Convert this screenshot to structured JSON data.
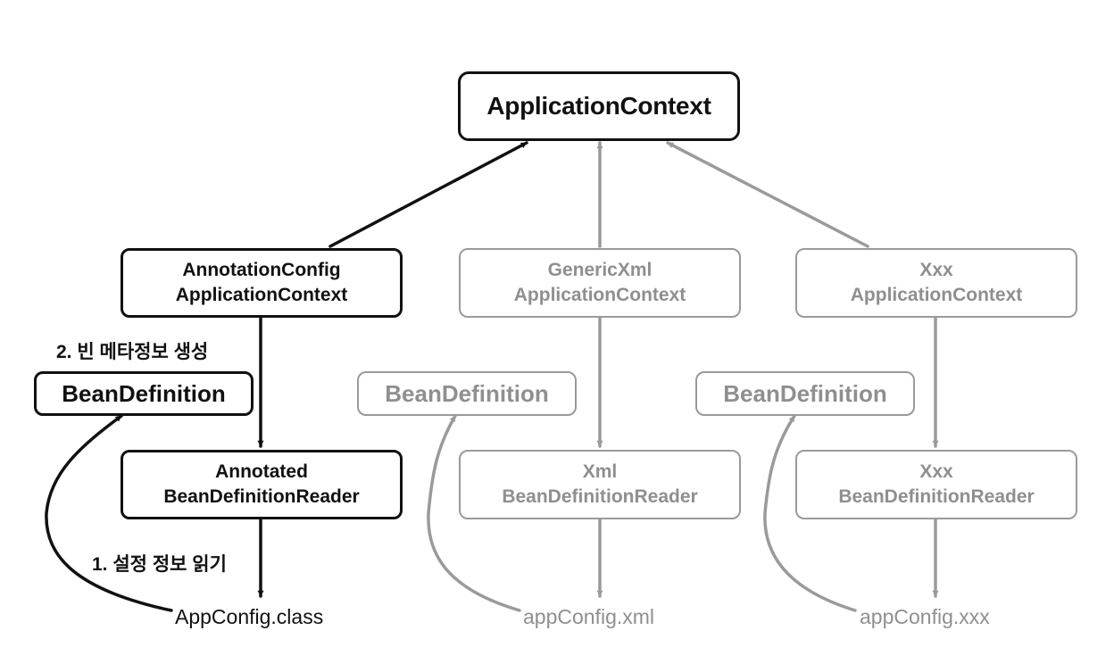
{
  "colors": {
    "dark": "#111111",
    "gray": "#9a9a9a"
  },
  "root": {
    "label": "ApplicationContext"
  },
  "columns": [
    {
      "context": [
        "AnnotationConfig",
        "ApplicationContext"
      ],
      "bean_definition": "BeanDefinition",
      "reader": [
        "Annotated",
        "BeanDefinitionReader"
      ],
      "source": "AppConfig.class",
      "style": "dark"
    },
    {
      "context": [
        "GenericXml",
        "ApplicationContext"
      ],
      "bean_definition": "BeanDefinition",
      "reader": [
        "Xml",
        "BeanDefinitionReader"
      ],
      "source": "appConfig.xml",
      "style": "gray"
    },
    {
      "context": [
        "Xxx",
        "ApplicationContext"
      ],
      "bean_definition": "BeanDefinition",
      "reader": [
        "Xxx",
        "BeanDefinitionReader"
      ],
      "source": "appConfig.xxx",
      "style": "gray"
    }
  ],
  "steps": {
    "create_metadata": "2. 빈 메타정보 생성",
    "read_config": "1. 설정 정보 읽기"
  }
}
